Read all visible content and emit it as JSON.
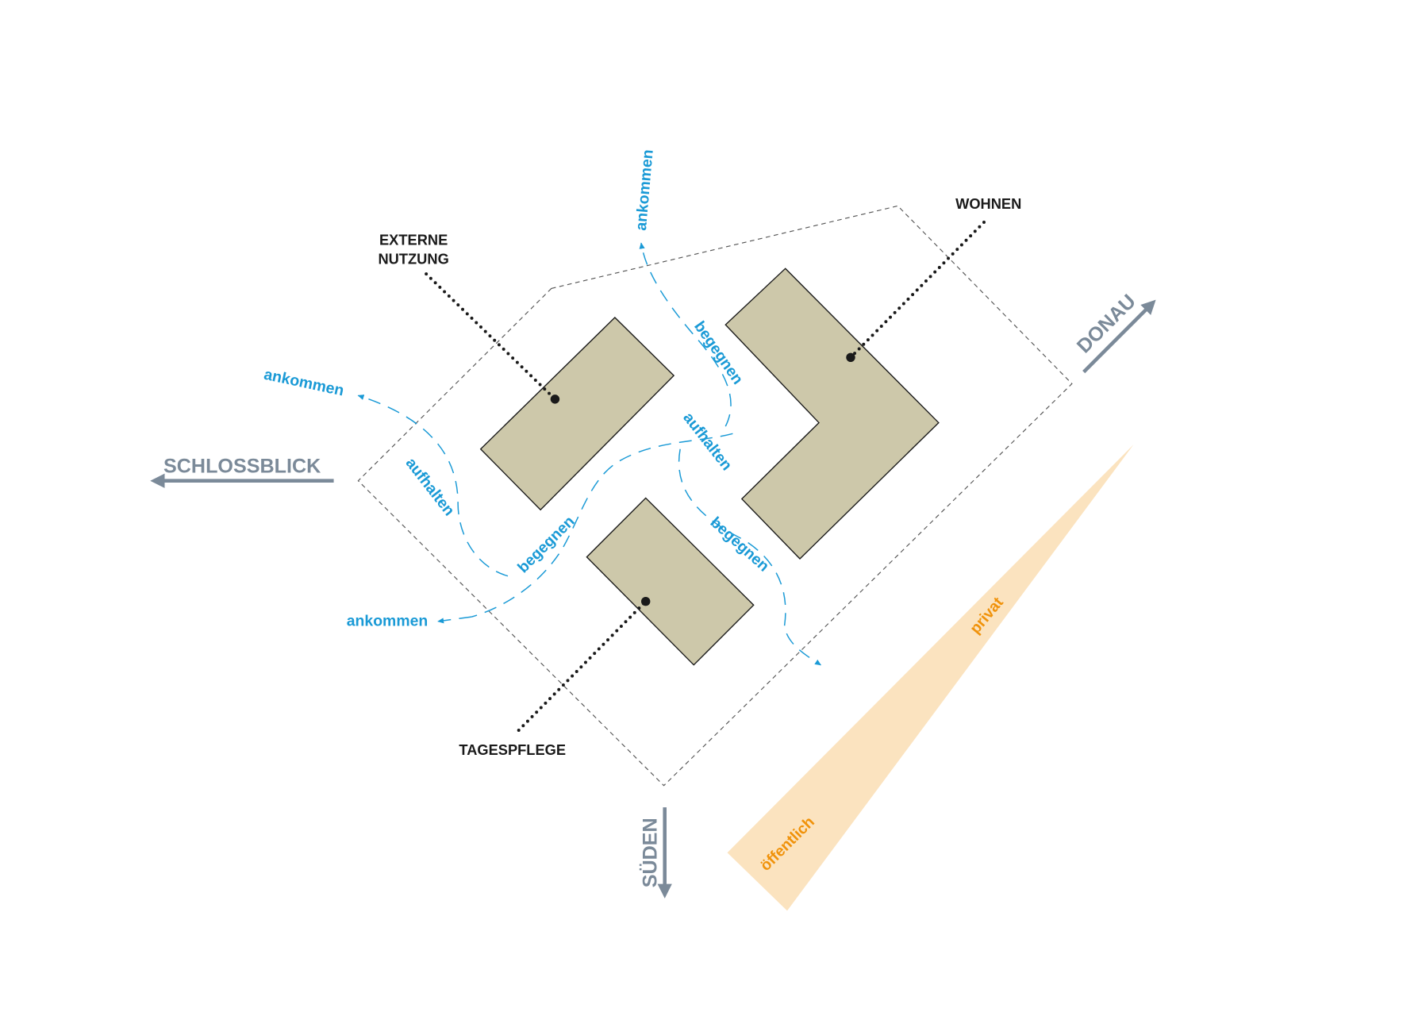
{
  "labels": {
    "externe_nutzung": [
      "EXTERNE",
      "NUTZUNG"
    ],
    "wohnen": "WOHNEN",
    "tagespflege": "TAGESPFLEGE"
  },
  "directions": {
    "schlossblick": "SCHLOSSBLICK",
    "donau": "DONAU",
    "sueden": "SÜDEN"
  },
  "movement": {
    "ankommen_top": "ankommen",
    "ankommen_left": "ankommen",
    "ankommen_bottom": "ankommen",
    "begegnen_top": "begegnen",
    "begegnen_left": "begegnen",
    "begegnen_right": "begegnen",
    "aufhalten_center": "aufhalten",
    "aufhalten_left": "aufhalten"
  },
  "gradient": {
    "public": "öffentlich",
    "private": "privat"
  },
  "colors": {
    "building": "#cdc8aa",
    "path": "#1a9ad6",
    "direction": "#7b8a99",
    "gradient": "#fbe3bf",
    "gradient_text": "#f0920a"
  }
}
